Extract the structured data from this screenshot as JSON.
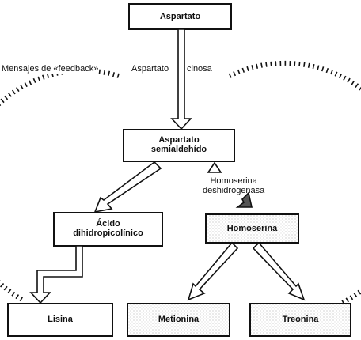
{
  "diagram": {
    "nodes": {
      "aspartato": "Aspartato",
      "aspartato_semialdehido": "Aspartato\nsemialdehído",
      "acido_dihidropicolinico": "Ácido\ndihidropicolínico",
      "homoserina": "Homoserina",
      "lisina": "Lisina",
      "metionina": "Metionina",
      "treonina": "Treonina"
    },
    "labels": {
      "feedback": "Mensajes de «feedback»",
      "enzyme_1": "Aspartato",
      "enzyme_1b": "cinosa",
      "enzyme_2": "Homoserina\ndeshidrogenasa"
    }
  }
}
